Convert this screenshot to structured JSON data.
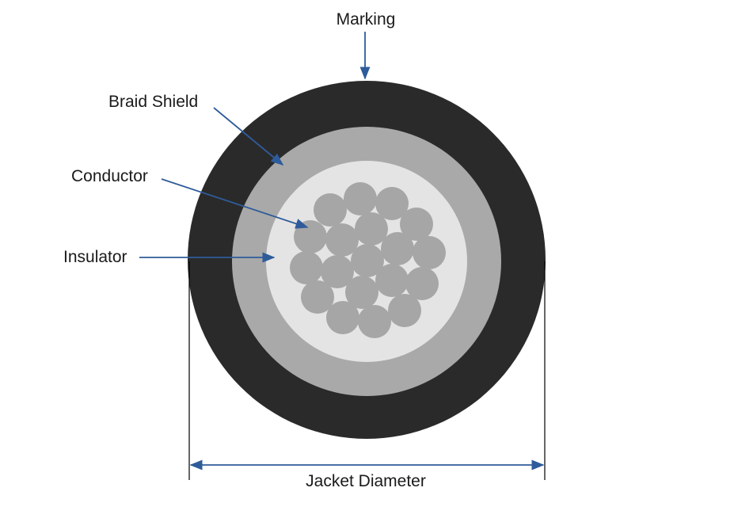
{
  "labels": {
    "marking": "Marking",
    "braid_shield": "Braid Shield",
    "conductor": "Conductor",
    "insulator": "Insulator",
    "jacket_diameter": "Jacket Diameter"
  },
  "colors": {
    "jacket": "#2a2a2a",
    "braid_shield": "#a9a9a9",
    "insulator": "#e4e4e4",
    "conductor_strand": "#a6a6a6",
    "arrow": "#2e5c9a",
    "dimension_line": "#000000",
    "text": "#1a1a1a"
  },
  "conductor": {
    "strand_count": 19
  }
}
